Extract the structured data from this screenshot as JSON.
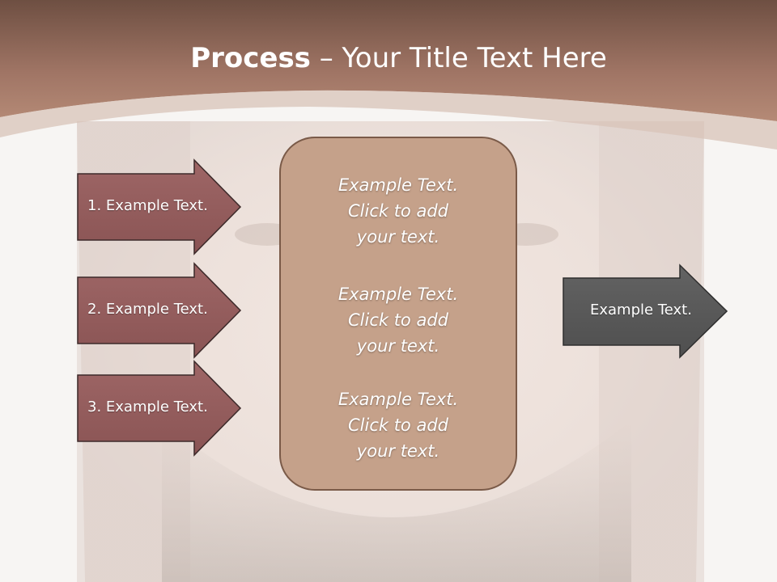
{
  "title": {
    "bold": "Process",
    "rest": " – Your Title Text Here"
  },
  "left_arrows": [
    {
      "label": "1. Example Text."
    },
    {
      "label": "2. Example Text."
    },
    {
      "label": "3. Example Text."
    }
  ],
  "center_blocks": [
    {
      "line1": "Example Text.",
      "line2": "Click  to add",
      "line3": "your text."
    },
    {
      "line1": "Example Text.",
      "line2": "Click  to add",
      "line3": "your text."
    },
    {
      "line1": "Example Text.",
      "line2": "Click  to add",
      "line3": "your text."
    }
  ],
  "right_arrow": {
    "label": "Example Text."
  },
  "colors": {
    "header": "#a57864",
    "left_arrow_fill": "#955f5f",
    "center_box_fill": "#c5a18a",
    "right_arrow_fill": "#5a5a5a"
  }
}
